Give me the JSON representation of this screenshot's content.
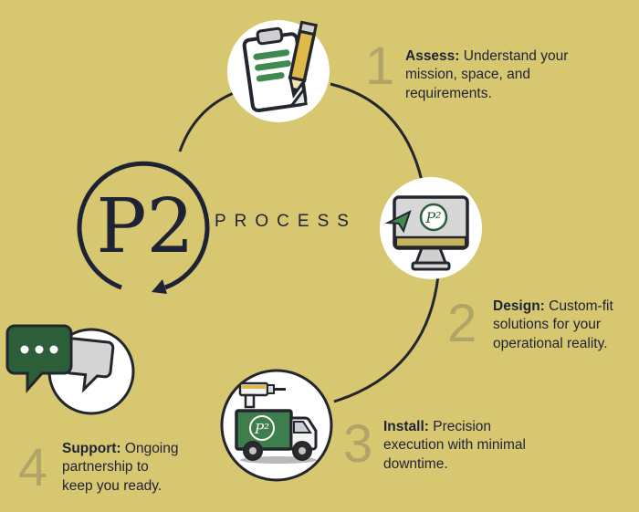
{
  "logo": {
    "text": "P2",
    "label": "PROCESS",
    "mini": "P²"
  },
  "steps": [
    {
      "number": "1",
      "title": "Assess:",
      "description": "Understand your mission, space, and requirements."
    },
    {
      "number": "2",
      "title": "Design:",
      "description": "Custom-fit solutions for your operational reality."
    },
    {
      "number": "3",
      "title": "Install:",
      "description": "Precision execution with minimal downtime."
    },
    {
      "number": "4",
      "title": "Support:",
      "description": "Ongoing partnership to keep you ready."
    }
  ],
  "icons": [
    {
      "name": "clipboard-pencil-icon",
      "step": "1"
    },
    {
      "name": "monitor-cursor-icon",
      "step": "2"
    },
    {
      "name": "truck-icon",
      "step": "3"
    },
    {
      "name": "chat-bubbles-icon",
      "step": "4"
    }
  ],
  "colors": {
    "background": "#d7c770",
    "ink": "#1e2235",
    "outline": "#24262e",
    "accent_green_dark": "#2d5e3a",
    "accent_green": "#3f8a50",
    "pencil_yellow": "#dfba4a",
    "number": "#b0a469"
  }
}
